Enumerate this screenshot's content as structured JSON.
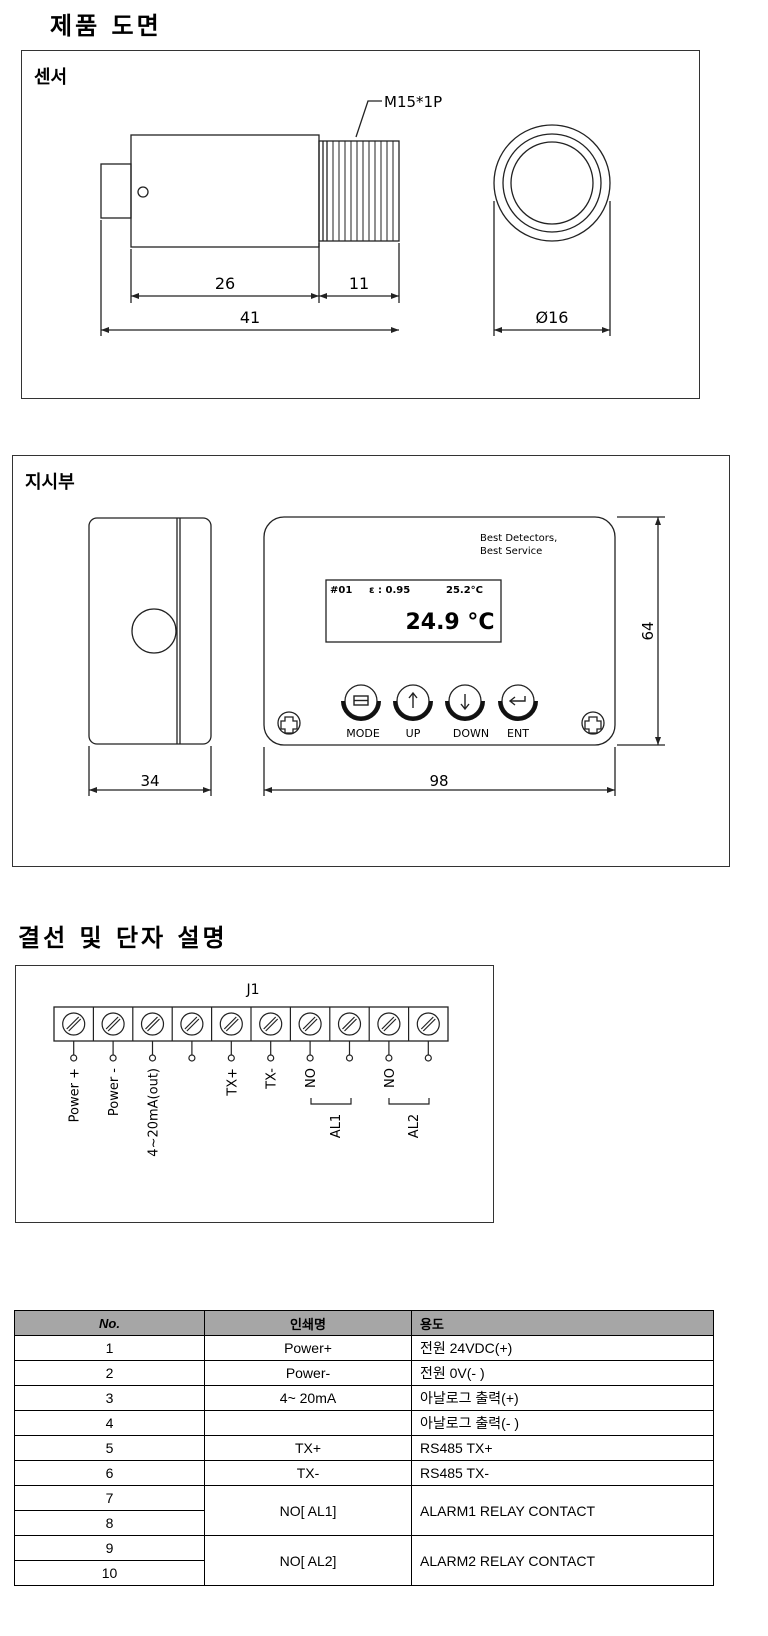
{
  "headings": {
    "product_drawing": "제품 도면",
    "wiring": "결선 및 단자 설명"
  },
  "sensor": {
    "label": "센서",
    "thread": "M15*1P",
    "dim_body": "26",
    "dim_thread": "11",
    "dim_total": "41",
    "dim_diameter": "Ø16"
  },
  "indicator": {
    "label": "지시부",
    "brand_line1": "Best Detectors,",
    "brand_line2": "Best Service",
    "lcd_id": "#01",
    "lcd_emissivity": "ε : 0.95",
    "lcd_temp_small": "25.2°C",
    "lcd_temp_big": "24.9 °C",
    "buttons": [
      "MODE",
      "UP",
      "DOWN",
      "ENT"
    ],
    "dim_depth": "34",
    "dim_width": "98",
    "dim_height": "64"
  },
  "terminal": {
    "title": "J1",
    "pins": [
      "Power +",
      "Power -",
      "4~20mA(out)",
      "",
      "TX+",
      "TX-",
      "NO",
      "",
      "NO",
      ""
    ],
    "group1": "AL1",
    "group2": "AL2"
  },
  "table": {
    "headers": [
      "No.",
      "인쇄명",
      "용도"
    ],
    "rows": [
      {
        "no": "1",
        "name": "Power+",
        "use": "전원 24VDC(+)"
      },
      {
        "no": "2",
        "name": "Power-",
        "use": "전원 0V(- )"
      },
      {
        "no": "3",
        "name": "4~ 20mA",
        "use": "아날로그 출력(+)"
      },
      {
        "no": "4",
        "name": "",
        "use": "아날로그 출력(- )"
      },
      {
        "no": "5",
        "name": "TX+",
        "use": "RS485 TX+"
      },
      {
        "no": "6",
        "name": "TX-",
        "use": "RS485 TX-"
      }
    ],
    "merged": [
      {
        "no_a": "7",
        "no_b": "8",
        "name": "NO[ AL1]",
        "use": "ALARM1 RELAY CONTACT"
      },
      {
        "no_a": "9",
        "no_b": "10",
        "name": "NO[ AL2]",
        "use": "ALARM2 RELAY CONTACT"
      }
    ]
  }
}
